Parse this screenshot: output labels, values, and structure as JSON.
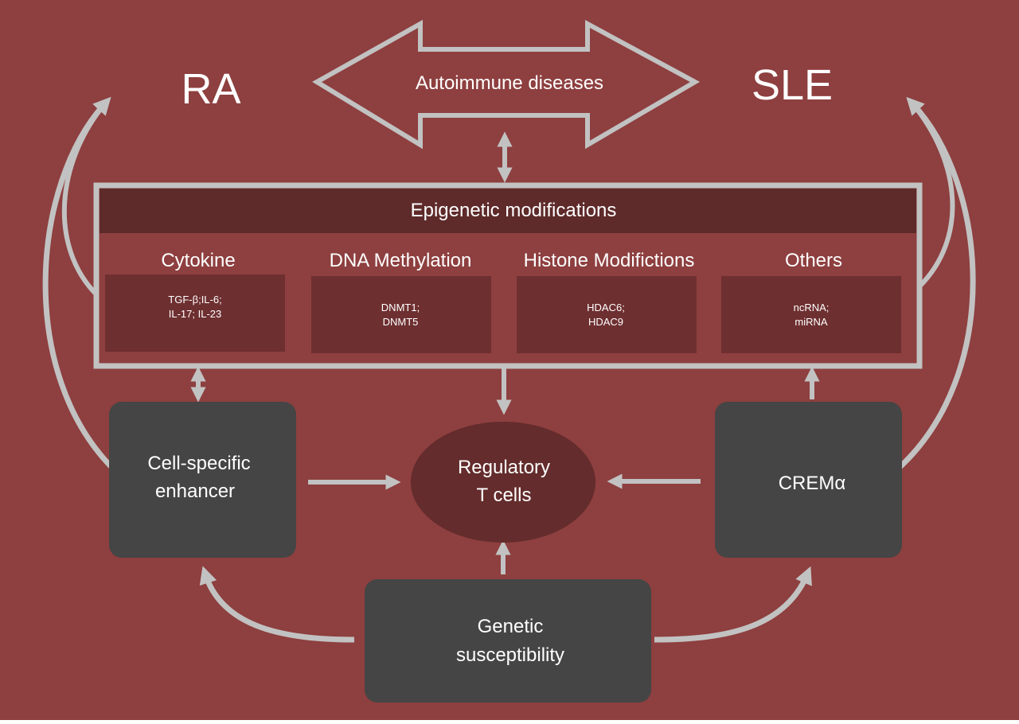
{
  "colors": {
    "background": "#8e3f3f",
    "outline": "#c2c2c2",
    "header_band": "#5e2a2a",
    "category_box": "#6e2f30",
    "dark_box": "#454545",
    "ellipse": "#642c2c",
    "text": "#ffffff"
  },
  "diseases": {
    "left": "RA",
    "right": "SLE",
    "arrow_label": "Autoimmune diseases"
  },
  "epigenetic": {
    "title": "Epigenetic modifications",
    "categories": [
      {
        "title": "Cytokine",
        "items": [
          "TGF-β;IL-6;",
          "IL-17; IL-23"
        ]
      },
      {
        "title": "DNA Methylation",
        "items": [
          "DNMT1;",
          "DNMT5"
        ]
      },
      {
        "title": "Histone Modifictions",
        "items": [
          "HDAC6;",
          "HDAC9"
        ]
      },
      {
        "title": "Others",
        "items": [
          "ncRNA;",
          "miRNA"
        ]
      }
    ]
  },
  "nodes": {
    "enhancer": [
      "Cell-specific",
      "enhancer"
    ],
    "treg": [
      "Regulatory",
      "T cells"
    ],
    "crem": [
      "CREMα"
    ],
    "genetic": [
      "Genetic",
      "susceptibility"
    ]
  }
}
